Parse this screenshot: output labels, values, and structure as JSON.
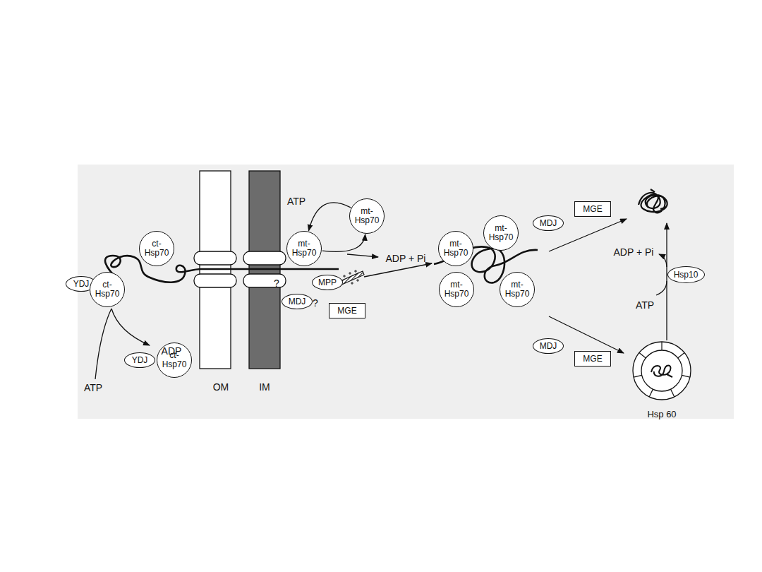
{
  "diagram": {
    "nodes": [
      {
        "text": [
          "YDJ"
        ]
      },
      {
        "text": [
          "ct- Hsp70"
        ]
      },
      {
        "text": [
          "ct- Hsp70"
        ]
      },
      {
        "text": [
          "YDJ"
        ]
      },
      {
        "text": [
          "ct- Hsp70"
        ]
      },
      {
        "text": [
          "mt- Hsp70"
        ]
      },
      {
        "text": [
          "mt- Hsp70"
        ]
      },
      {
        "text": [
          "MPP"
        ]
      },
      {
        "text": [
          "MDJ"
        ]
      },
      {
        "text": [
          "MGE"
        ]
      },
      {
        "text": [
          "mt- Hsp70"
        ]
      },
      {
        "text": [
          "mt- Hsp70"
        ]
      },
      {
        "text": [
          "mt- Hsp70"
        ]
      },
      {
        "text": [
          "mt- Hsp70"
        ]
      },
      {
        "text": [
          "MDJ"
        ]
      },
      {
        "text": [
          "MGE"
        ]
      },
      {
        "text": [
          "Hsp10"
        ]
      },
      {
        "text": [
          "MDJ"
        ]
      },
      {
        "text": [
          "MGE"
        ]
      },
      {
        "text": [
          "Hsp 60"
        ]
      }
    ],
    "edges": [
      {
        "from": 6,
        "to": 5,
        "arrow": "to"
      },
      {
        "from": 5,
        "to": 6,
        "arrow": "to"
      }
    ],
    "labels": [
      "ATP",
      "ADP + Pi",
      "ADP",
      "ATP",
      "OM",
      "IM",
      "?",
      "?",
      "ADP + Pi",
      "ATP"
    ]
  }
}
